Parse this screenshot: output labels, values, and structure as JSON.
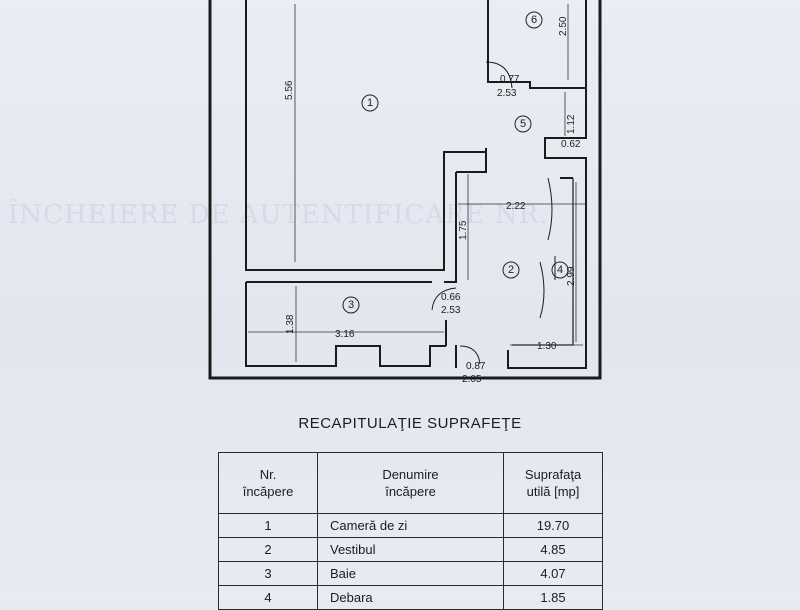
{
  "floor_plan": {
    "rooms": [
      {
        "number": "1"
      },
      {
        "number": "2"
      },
      {
        "number": "3"
      },
      {
        "number": "4"
      },
      {
        "number": "5"
      },
      {
        "number": "6"
      }
    ],
    "dimensions": {
      "room1_height": "5.56",
      "room6_height": "2.50",
      "door_5_width": "0.77",
      "door_5_height": "2.53",
      "room5_height": "1.12",
      "room5_width": "0.62",
      "room2_width": "2.22",
      "room2_height": "1.75",
      "room4_height": "2.99",
      "door_3_width": "0.66",
      "door_3_height": "2.53",
      "room3_height": "1.38",
      "room3_width": "3.16",
      "room4_width": "1.30",
      "entrance_width": "0.87",
      "entrance_height": "2.05"
    }
  },
  "background_text": {
    "faded_heading": "ÎNCHEIERE DE AUTENTIFICARE NR."
  },
  "recap": {
    "title": "RECAPITULAŢIE SUPRAFEŢE",
    "headers": {
      "nr": [
        "Nr.",
        "încăpere"
      ],
      "name": [
        "Denumire",
        "încăpere"
      ],
      "area": [
        "Suprafaţa",
        "utilă [mp]"
      ]
    },
    "rows": [
      {
        "nr": "1",
        "name": "Cameră de zi",
        "area": "19.70"
      },
      {
        "nr": "2",
        "name": "Vestibul",
        "area": "4.85"
      },
      {
        "nr": "3",
        "name": "Baie",
        "area": "4.07"
      },
      {
        "nr": "4",
        "name": "Debara",
        "area": "1.85"
      }
    ]
  }
}
